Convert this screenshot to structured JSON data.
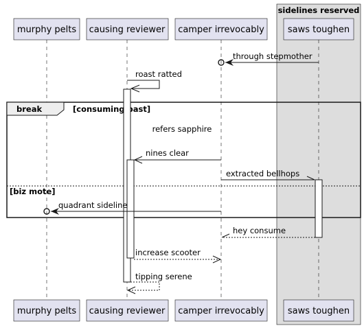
{
  "participants": [
    {
      "id": "mp",
      "label": "murphy pelts"
    },
    {
      "id": "cr",
      "label": "causing reviewer"
    },
    {
      "id": "ci",
      "label": "camper irrevocably"
    },
    {
      "id": "st",
      "label": "saws toughen"
    }
  ],
  "box": {
    "title": "sidelines reserved"
  },
  "fragment": {
    "keyword": "break",
    "guard": "[consuming past]",
    "else_guard": "[biz mote]"
  },
  "note": {
    "text": "refers sapphire"
  },
  "messages": [
    {
      "label": "through stepmother"
    },
    {
      "label": "roast ratted"
    },
    {
      "label": "nines clear"
    },
    {
      "label": "extracted bellhops"
    },
    {
      "label": "quadrant sideline"
    },
    {
      "label": "hey consume"
    },
    {
      "label": "increase scooter"
    },
    {
      "label": "tipping serene"
    }
  ]
}
